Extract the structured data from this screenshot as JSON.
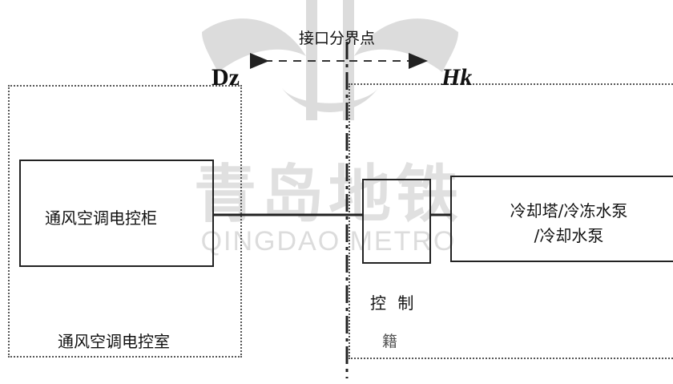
{
  "watermark": {
    "title_cn": "青岛地铁",
    "title_en": "QINGDAO METRO"
  },
  "diagram": {
    "boundary_label": "接口分界点",
    "left_party": "Dz",
    "right_party": "Hk",
    "left_room_label": "通风空调电控室",
    "cabinet_label": "通风空调电控柜",
    "equipment_label": "冷却塔/冷冻水泵/冷却水泵",
    "control_label": "控 制",
    "faint_label": "籍"
  }
}
